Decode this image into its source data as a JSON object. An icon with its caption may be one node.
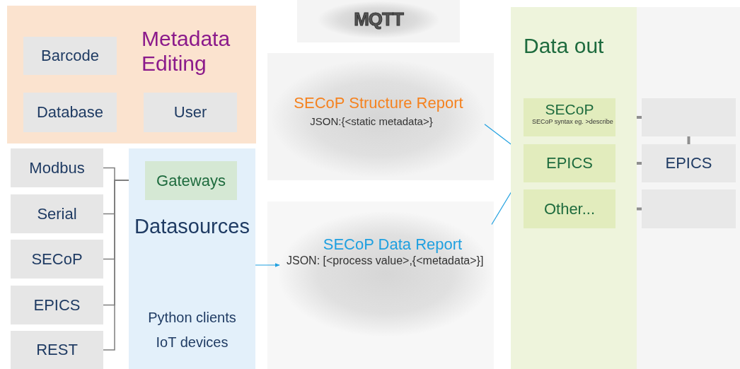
{
  "diagram": {
    "nodes": [
      {
        "text": [
          "Metadata Editing"
        ]
      },
      {
        "text": [
          "Barcode"
        ],
        "in": 0
      },
      {
        "text": [
          "Database"
        ],
        "in": 0
      },
      {
        "text": [
          "User"
        ],
        "in": 0
      },
      {
        "text": [
          "Modbus"
        ]
      },
      {
        "text": [
          "Serial"
        ]
      },
      {
        "text": [
          "SECoP"
        ]
      },
      {
        "text": [
          "EPICS"
        ]
      },
      {
        "text": [
          "REST"
        ]
      },
      {
        "text": [
          "Datasources",
          "Python clients",
          "IoT devices"
        ]
      },
      {
        "text": [
          "Gateways"
        ],
        "in": 9
      },
      {
        "text": [
          "MQTT"
        ]
      },
      {
        "text": [
          "SECoP Structure Report",
          "JSON:{<static metadata>}"
        ]
      },
      {
        "text": [
          "SECoP Data Report",
          "JSON: [<process value>,{<metadata>}]"
        ]
      },
      {
        "text": [
          "Data out"
        ]
      },
      {
        "text": [
          "SECoP",
          "SECoP syntax eg. >describe"
        ],
        "in": 14
      },
      {
        "text": [
          "EPICS"
        ],
        "in": 14
      },
      {
        "text": [
          "Other..."
        ],
        "in": 14
      },
      {
        "text": [],
        "shape": "box"
      },
      {
        "text": [
          "EPICS"
        ]
      },
      {
        "text": [],
        "shape": "box"
      }
    ],
    "edges": [
      {
        "from": 4,
        "to": 10,
        "arrow": "none"
      },
      {
        "from": 5,
        "to": 10,
        "arrow": "none"
      },
      {
        "from": 6,
        "to": 10,
        "arrow": "none"
      },
      {
        "from": 7,
        "to": 10,
        "arrow": "none"
      },
      {
        "from": 8,
        "to": 10,
        "arrow": "none"
      },
      {
        "from": 9,
        "to": 13,
        "arrow": "to",
        "color": "#1fa0e0"
      },
      {
        "from": 12,
        "to": 16,
        "arrow": "to",
        "color": "#1fa0e0"
      },
      {
        "from": 13,
        "to": 16,
        "arrow": "to",
        "color": "#1fa0e0"
      },
      {
        "from": 15,
        "to": 18,
        "arrow": "none",
        "style": "thick"
      },
      {
        "from": 16,
        "to": 19,
        "arrow": "none",
        "style": "thick"
      },
      {
        "from": 17,
        "to": 20,
        "arrow": "none",
        "style": "thick"
      },
      {
        "from": 18,
        "to": 19,
        "arrow": "none",
        "style": "thick"
      }
    ]
  }
}
